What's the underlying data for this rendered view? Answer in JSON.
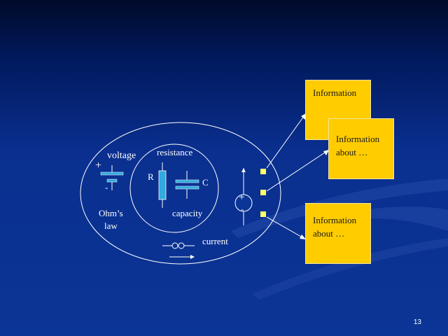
{
  "diagram": {
    "labels": {
      "plus": "+",
      "minus": "-",
      "voltage": "voltage",
      "resistance": "resistance",
      "r": "R",
      "c": "C",
      "capacity": "capacity",
      "ohms_law_line1": "Ohm’s",
      "ohms_law_line2": "law",
      "current": "current",
      "source_plus": "+",
      "source_minus": "-"
    },
    "info_boxes": [
      {
        "line1": "Information",
        "line2": ""
      },
      {
        "line1": "Information",
        "line2": "about …"
      },
      {
        "line1": "Information",
        "line2": "about …"
      }
    ]
  },
  "page_number": "13",
  "colors": {
    "background": "#0b3596",
    "info_box": "#ffcc00",
    "connector_square": "#ffff66",
    "component_fill": "#33aadd",
    "lines": "#ffffff"
  }
}
